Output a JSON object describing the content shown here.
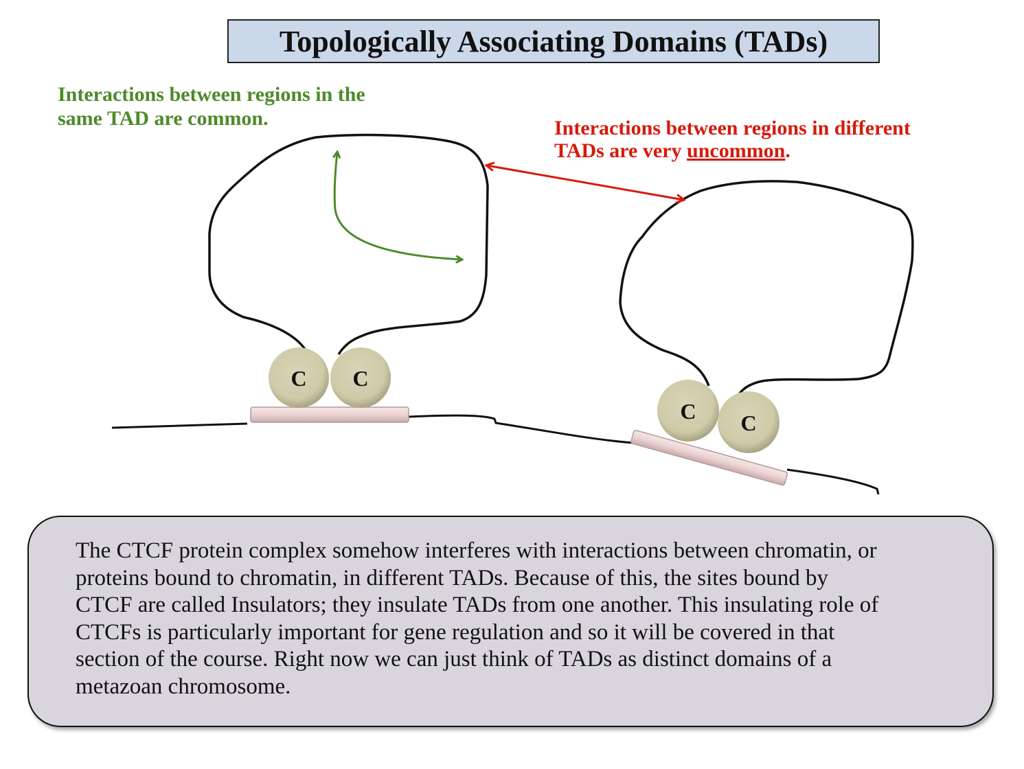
{
  "title": "Topologically Associating Domains (TADs)",
  "green_note": {
    "line1": "Interactions between regions in the",
    "line2": "same TAD are common."
  },
  "red_note": {
    "line1": "Interactions between regions in different",
    "line2_prefix": "TADs are very ",
    "line2_underlined": "uncommon",
    "line2_suffix": "."
  },
  "ctcf_label": "C",
  "ctcf_labels": [
    "C",
    "C",
    "C",
    "C"
  ],
  "explanation_lines": [
    "The CTCF protein complex somehow interferes with interactions between chromatin, or",
    "proteins bound to chromatin, in different TADs. Because of this, the sites bound by",
    "CTCF are called Insulators; they insulate TADs from one another. This insulating role of",
    "CTCFs is particularly important for gene regulation and so it will be covered in that",
    "section of the course. Right now we can just think of TADs as distinct domains of a",
    "metazoan chromosome."
  ],
  "colors": {
    "title_bg": "#cbd8ea",
    "green": "#4e8a2a",
    "red": "#d61a0c",
    "note_bg": "#d9d5dd",
    "ctcf": "#d6d2b0",
    "bar": "#ecd3d3"
  }
}
